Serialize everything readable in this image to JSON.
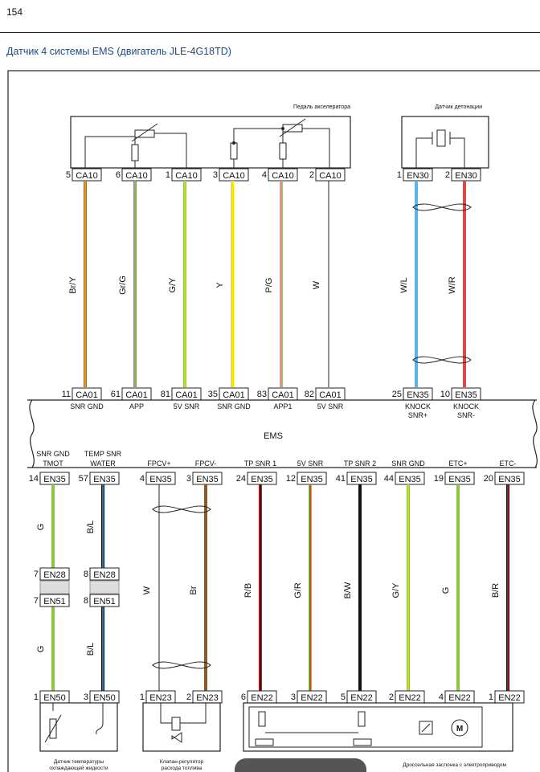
{
  "page": {
    "number": "154",
    "title": "Датчик 4 системы EMS (двигатель JLE-4G18TD)"
  },
  "ecu_label": "EMS",
  "components": {
    "pedal": "Педаль акселератора",
    "knock": "Датчик детонации",
    "coolant_temp_line1": "Датчик температуры",
    "coolant_temp_line2": "охлаждающей жидкости",
    "fuel_valve_line1": "Клапан-регулятор",
    "fuel_valve_line2": "расхода топлива",
    "throttle": "Дроссельная заслонка с электроприводом"
  },
  "upper_wires": [
    {
      "pin_top": "5",
      "conn_top": "CA10",
      "color": "Br/Y",
      "pin_bot": "11",
      "conn_bot": "CA01",
      "signal": "SNR GND",
      "c1": "#b5651d",
      "c2": "#d4b020"
    },
    {
      "pin_top": "6",
      "conn_top": "CA10",
      "color": "Gr/G",
      "pin_bot": "61",
      "conn_bot": "CA01",
      "signal": "APP",
      "c1": "#8a8a8a",
      "c2": "#8cc63f"
    },
    {
      "pin_top": "1",
      "conn_top": "CA10",
      "color": "G/Y",
      "pin_bot": "81",
      "conn_bot": "CA01",
      "signal": "5V SNR",
      "c1": "#8cc63f",
      "c2": "#d4e020"
    },
    {
      "pin_top": "3",
      "conn_top": "CA10",
      "color": "Y",
      "pin_bot": "35",
      "conn_bot": "CA01",
      "signal": "SNR GND",
      "c1": "#f2e600",
      "c2": "#f2e600"
    },
    {
      "pin_top": "4",
      "conn_top": "CA10",
      "color": "P/G",
      "pin_bot": "83",
      "conn_bot": "CA01",
      "signal": "APP1",
      "c1": "#f08cb4",
      "c2": "#8cc63f"
    },
    {
      "pin_top": "2",
      "conn_top": "CA10",
      "color": "W",
      "pin_bot": "82",
      "conn_bot": "CA01",
      "signal": "5V SNR",
      "c1": "#222222",
      "c2": "#222222"
    },
    {
      "pin_top": "1",
      "conn_top": "EN30",
      "color": "W/L",
      "pin_bot": "25",
      "conn_bot": "EN35",
      "signal": "KNOCK SNR+",
      "c1": "#5ab4e6",
      "c2": "#5ab4e6"
    },
    {
      "pin_top": "2",
      "conn_top": "EN30",
      "color": "W/R",
      "pin_bot": "10",
      "conn_bot": "EN35",
      "signal": "KNOCK SNR-",
      "c1": "#e04848",
      "c2": "#e04848"
    }
  ],
  "lower_wires": [
    {
      "signal_line1": "SNR GND",
      "signal_line2": "TMOT",
      "pin": "14",
      "conn": "EN35",
      "color": "G",
      "pin_bot": "1",
      "conn_bot": "EN50",
      "c1": "#8cc63f",
      "c2": "#8cc63f"
    },
    {
      "signal_line1": "TEMP SNR",
      "signal_line2": "WATER",
      "pin": "57",
      "conn": "EN35",
      "color": "B/L",
      "pin_bot": "3",
      "conn_bot": "EN50",
      "c1": "#111111",
      "c2": "#2a8cd4"
    },
    {
      "signal_line1": "FPCV+",
      "signal_line2": "",
      "pin": "4",
      "conn": "EN35",
      "color": "W",
      "pin_bot": "1",
      "conn_bot": "EN23",
      "c1": "#222222",
      "c2": "#222222"
    },
    {
      "signal_line1": "FPCV-",
      "signal_line2": "",
      "pin": "3",
      "conn": "EN35",
      "color": "Br",
      "pin_bot": "2",
      "conn_bot": "EN23",
      "c1": "#8b5a2b",
      "c2": "#8b5a2b"
    },
    {
      "signal_line1": "TP SNR 1",
      "signal_line2": "",
      "pin": "24",
      "conn": "EN35",
      "color": "R/B",
      "pin_bot": "6",
      "conn_bot": "EN22",
      "c1": "#e01020",
      "c2": "#111111"
    },
    {
      "signal_line1": "5V SNR",
      "signal_line2": "",
      "pin": "12",
      "conn": "EN35",
      "color": "G/R",
      "pin_bot": "3",
      "conn_bot": "EN22",
      "c1": "#8cc63f",
      "c2": "#d43030"
    },
    {
      "signal_line1": "TP SNR 2",
      "signal_line2": "",
      "pin": "41",
      "conn": "EN35",
      "color": "B/W",
      "pin_bot": "5",
      "conn_bot": "EN22",
      "c1": "#111111",
      "c2": "#111111"
    },
    {
      "signal_line1": "SNR GND",
      "signal_line2": "",
      "pin": "44",
      "conn": "EN35",
      "color": "G/Y",
      "pin_bot": "2",
      "conn_bot": "EN22",
      "c1": "#8cc63f",
      "c2": "#e0e020"
    },
    {
      "signal_line1": "ETC+",
      "signal_line2": "",
      "pin": "19",
      "conn": "EN35",
      "color": "G",
      "pin_bot": "4",
      "conn_bot": "EN22",
      "c1": "#8cc63f",
      "c2": "#8cc63f"
    },
    {
      "signal_line1": "ETC-",
      "signal_line2": "",
      "pin": "20",
      "conn": "EN35",
      "color": "B/R",
      "pin_bot": "1",
      "conn_bot": "EN22",
      "c1": "#111111",
      "c2": "#c02020"
    }
  ],
  "inline_connectors": [
    {
      "pin_a": "7",
      "conn_a": "EN28",
      "pin_b": "7",
      "conn_b": "EN51"
    },
    {
      "pin_a": "8",
      "conn_a": "EN28",
      "pin_b": "8",
      "conn_b": "EN51"
    }
  ]
}
